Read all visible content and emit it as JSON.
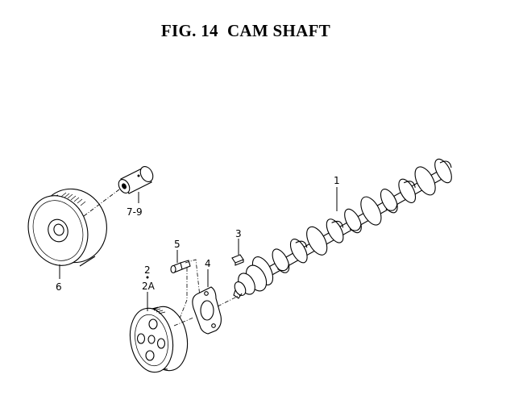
{
  "figure": {
    "title": "FIG. 14  CAM SHAFT"
  },
  "callouts": {
    "camshaft": "1",
    "gear": "2",
    "gear_alt": "2A",
    "key": "3",
    "plate": "4",
    "bolt": "5",
    "pulley": "6",
    "sleeve": "7-9"
  }
}
